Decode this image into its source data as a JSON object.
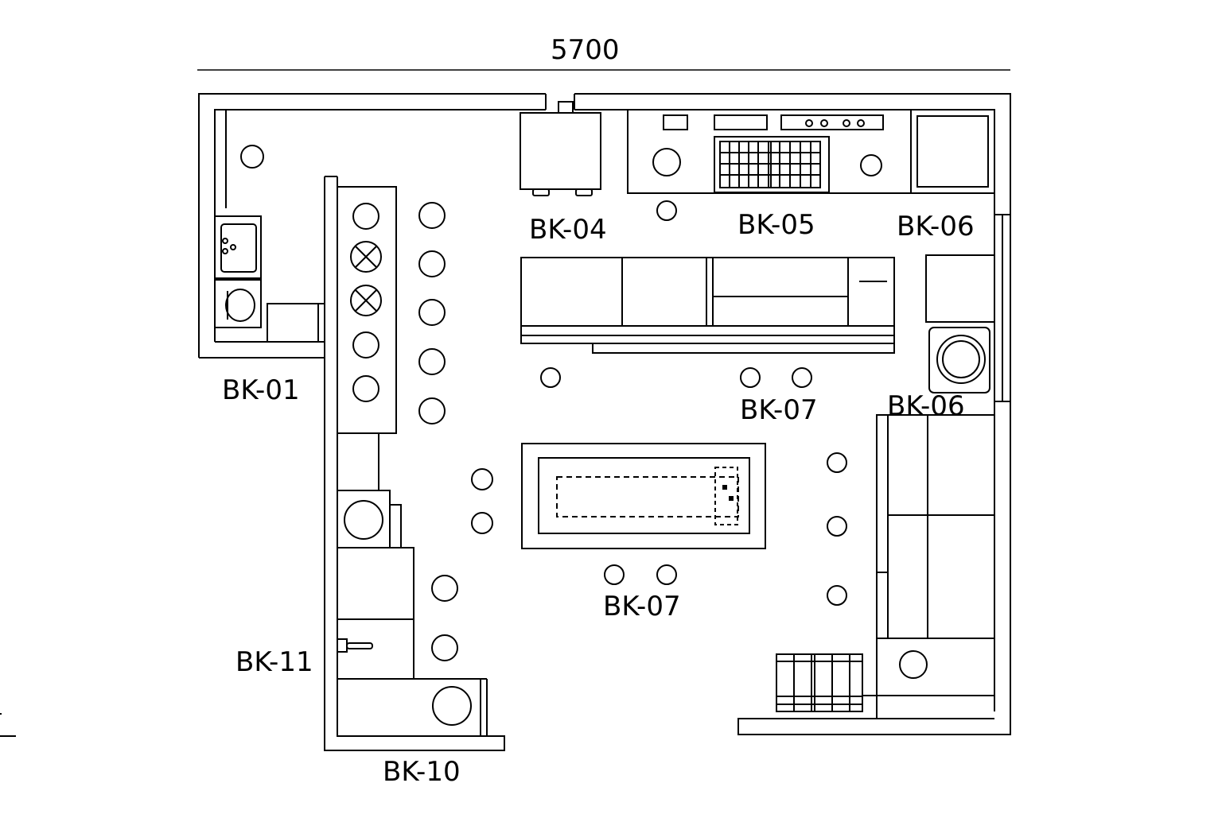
{
  "dimension": {
    "width_label": "5700"
  },
  "zones": {
    "bk01": "BK-01",
    "bk04": "BK-04",
    "bk05": "BK-05",
    "bk06_top": "BK-06",
    "bk06_side": "BK-06",
    "bk07_upper": "BK-07",
    "bk07_lower": "BK-07",
    "bk10": "BK-10",
    "bk11": "BK-11"
  },
  "colors": {
    "line": "#000000",
    "background": "#ffffff"
  }
}
